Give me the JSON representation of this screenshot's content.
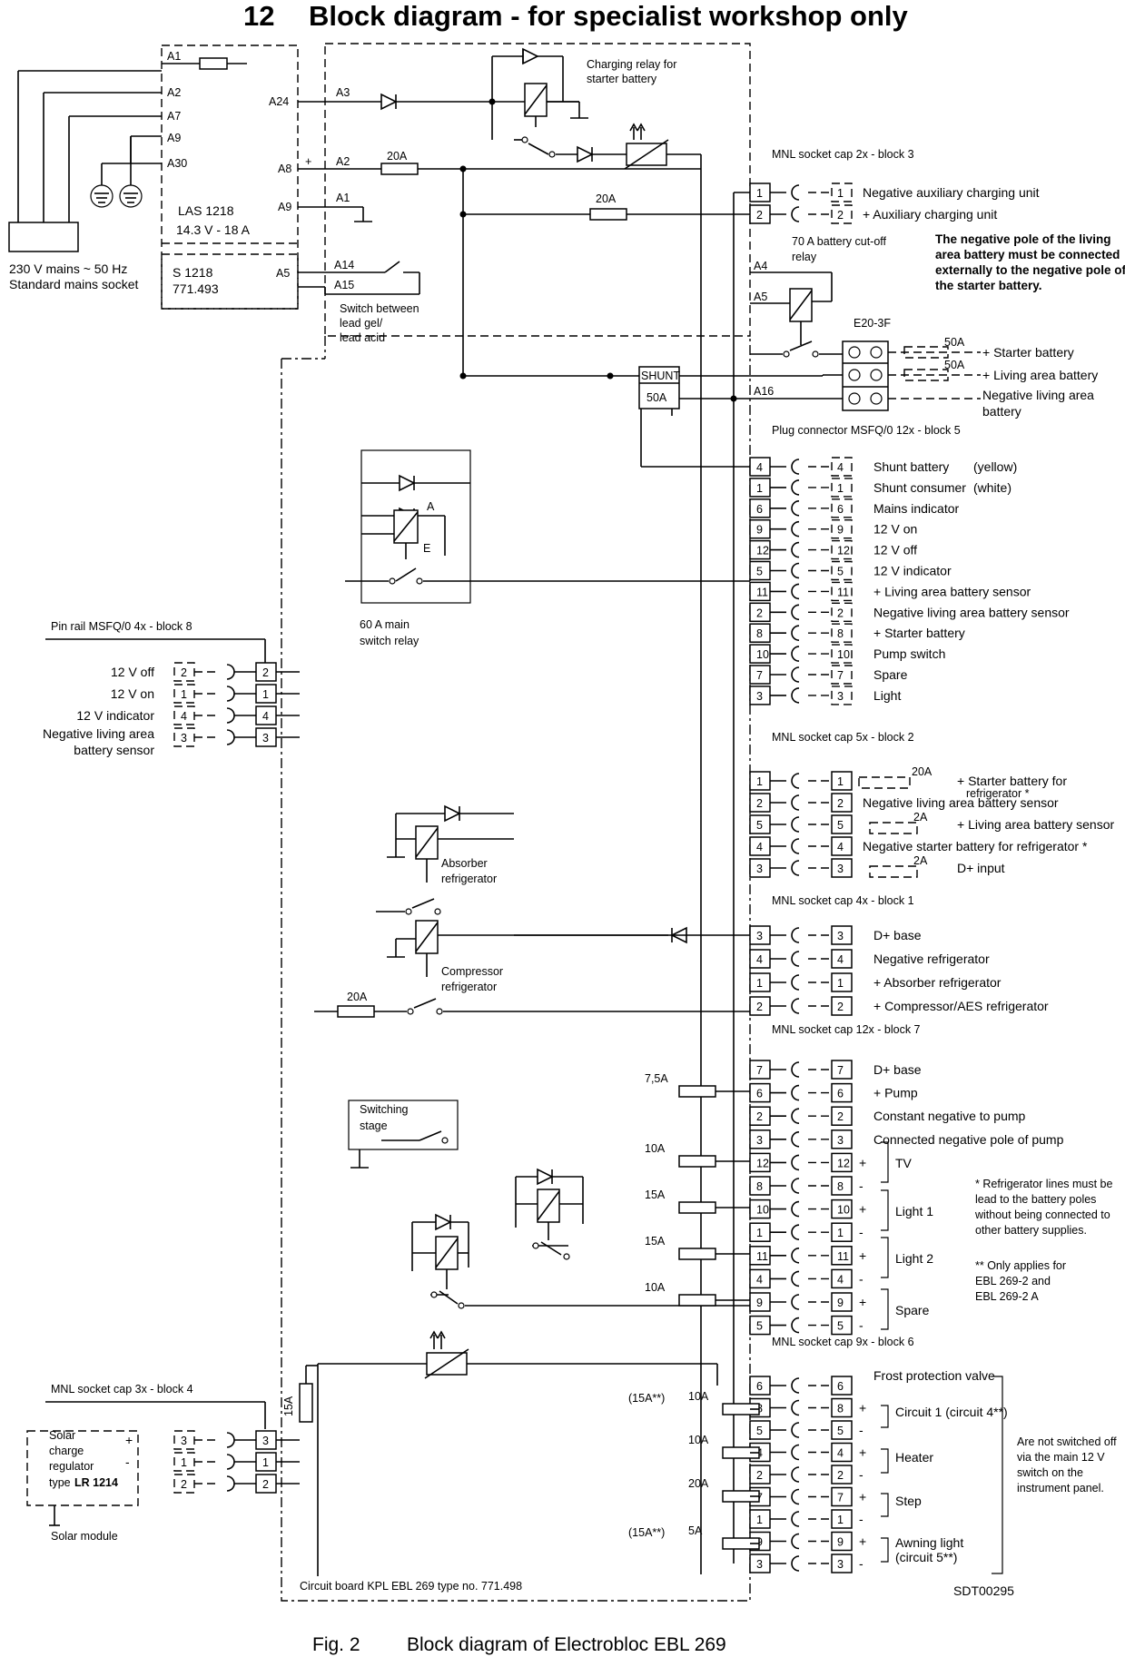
{
  "title": {
    "number": "12",
    "text": "Block diagram - for specialist workshop only"
  },
  "caption": {
    "fig": "Fig. 2",
    "text": "Block diagram of Electrobloc EBL 269"
  },
  "doc_code": "SDT00295",
  "board_label": "Circuit board KPL EBL 269 type no. 771.498",
  "mains": {
    "line1": "230 V mains ~ 50 Hz",
    "line2": "Standard mains socket"
  },
  "charger": {
    "name": "LAS 1218",
    "rating": "14.3 V - 18 A",
    "pins": [
      "A1",
      "A2",
      "A7",
      "A9",
      "A30",
      "A24",
      "A8",
      "A9"
    ]
  },
  "module_s1218": {
    "name": "S 1218",
    "number": "771.493",
    "pin": "A5"
  },
  "board_pins": [
    "A3",
    "A2",
    "A1",
    "A14",
    "A15",
    "A4",
    "A5",
    "A16",
    "+"
  ],
  "switch_lead": {
    "l1": "Switch between",
    "l2": "lead gel/",
    "l3": "lead acid"
  },
  "charging_relay": {
    "l1": "Charging relay for",
    "l2": "starter battery"
  },
  "cutoff_relay": {
    "l1": "70 A battery cut-off",
    "l2": "relay"
  },
  "note_negative_pole": [
    "The negative pole of the living",
    "area battery must be connected",
    "externally to the negative pole of",
    "the starter battery."
  ],
  "fuse_e20": "E20-3F",
  "main_fuses": [
    {
      "rating": "50A",
      "label": "+ Starter battery"
    },
    {
      "rating": "50A",
      "label": "+ Living area battery"
    },
    {
      "rating": "",
      "label1": "Negative living area",
      "label2": "battery"
    }
  ],
  "shunt": {
    "name": "SHUNT",
    "rating": "50A"
  },
  "fuses": {
    "f20a_a": "20A",
    "f20a_b": "20A",
    "f20a_c": "20A",
    "f75": "7,5A",
    "f10a_a": "10A",
    "f15a_a": "15A",
    "f15a_b": "15A",
    "f10a_b": "10A",
    "f15a_solar": "15A",
    "f10a_c": "10A",
    "f10a_d": "10A",
    "f20a_d": "20A",
    "f5a": "5A",
    "f15a_paren1": "(15A**)",
    "f15a_paren2": "(15A**)",
    "f2a_a": "2A",
    "f2a_b": "2A",
    "f20a_e": "20A"
  },
  "block3": {
    "title": "MNL socket cap 2x - block 3",
    "rows": [
      {
        "pin": "1",
        "label": "Negative auxiliary charging unit"
      },
      {
        "pin": "2",
        "label": "+ Auxiliary charging unit"
      }
    ]
  },
  "block5": {
    "title": "Plug connector MSFQ/0 12x - block 5",
    "rows": [
      {
        "pin": "4",
        "label": "Shunt battery",
        "note": "(yellow)"
      },
      {
        "pin": "1",
        "label": "Shunt consumer",
        "note": "(white)"
      },
      {
        "pin": "6",
        "label": "Mains indicator",
        "note": ""
      },
      {
        "pin": "9",
        "label": "12 V on",
        "note": ""
      },
      {
        "pin": "12",
        "label": "12 V off",
        "note": ""
      },
      {
        "pin": "5",
        "label": "12 V indicator",
        "note": ""
      },
      {
        "pin": "11",
        "label": "+ Living area battery sensor",
        "note": ""
      },
      {
        "pin": "2",
        "label": "Negative living area battery sensor",
        "note": ""
      },
      {
        "pin": "8",
        "label": "+ Starter battery",
        "note": ""
      },
      {
        "pin": "10",
        "label": "Pump switch",
        "note": ""
      },
      {
        "pin": "7",
        "label": "Spare",
        "note": ""
      },
      {
        "pin": "3",
        "label": "Light",
        "note": ""
      }
    ]
  },
  "main_relay": {
    "l1": "60 A main",
    "l2": "switch relay",
    "a": "A",
    "e": "E"
  },
  "block8": {
    "title": "Pin rail MSFQ/0 4x - block 8",
    "rows": [
      {
        "pin": "2",
        "label": "12 V off"
      },
      {
        "pin": "1",
        "label": "12 V on"
      },
      {
        "pin": "4",
        "label": "12 V indicator"
      },
      {
        "pin": "3",
        "label1": "Negative living area",
        "label2": "battery sensor"
      }
    ]
  },
  "block2": {
    "title": "MNL socket cap 5x - block 2",
    "rows": [
      {
        "pin": "1",
        "label1": "+ Starter battery for",
        "label2": "refrigerator *"
      },
      {
        "pin": "2",
        "label1": "Negative living area battery sensor",
        "label2": ""
      },
      {
        "pin": "5",
        "label1": "+ Living area battery sensor",
        "label2": ""
      },
      {
        "pin": "4",
        "label1": "Negative starter battery for refrigerator *",
        "label2": ""
      },
      {
        "pin": "3",
        "label1": "D+ input",
        "label2": ""
      }
    ]
  },
  "absorber": {
    "l1": "Absorber",
    "l2": "refrigerator"
  },
  "compressor": {
    "l1": "Compressor",
    "l2": "refrigerator"
  },
  "block1": {
    "title": "MNL socket cap 4x - block 1",
    "rows": [
      {
        "pin": "3",
        "label": "D+ base"
      },
      {
        "pin": "4",
        "label": "Negative refrigerator"
      },
      {
        "pin": "1",
        "label": "+ Absorber refrigerator"
      },
      {
        "pin": "2",
        "label": "+ Compressor/AES refrigerator"
      }
    ]
  },
  "block7": {
    "title": "MNL socket cap 12x - block 7",
    "rows": [
      {
        "pin": "7",
        "label": "D+ base",
        "sign": ""
      },
      {
        "pin": "6",
        "label": "+ Pump",
        "sign": ""
      },
      {
        "pin": "2",
        "label": "Constant negative to pump",
        "sign": ""
      },
      {
        "pin": "3",
        "label": "Connected negative pole of pump",
        "sign": ""
      },
      {
        "pin": "12",
        "label": "",
        "sign": "+"
      },
      {
        "pin": "8",
        "label": "",
        "sign": "-"
      },
      {
        "pin": "10",
        "label": "",
        "sign": "+"
      },
      {
        "pin": "1",
        "label": "",
        "sign": "-"
      },
      {
        "pin": "11",
        "label": "",
        "sign": "+"
      },
      {
        "pin": "4",
        "label": "",
        "sign": "-"
      },
      {
        "pin": "9",
        "label": "",
        "sign": "+"
      },
      {
        "pin": "5",
        "label": "",
        "sign": "-"
      }
    ],
    "groups": [
      "TV",
      "Light 1",
      "Light 2",
      "Spare"
    ]
  },
  "switching_stage": {
    "l1": "Switching",
    "l2": "stage"
  },
  "note_refrigerator": [
    "* Refrigerator lines must be",
    "lead to the battery poles",
    "without being connected to",
    "other battery supplies."
  ],
  "note_ebl": [
    "** Only applies for",
    "EBL 269-2 and",
    "EBL 269-2 A"
  ],
  "block6": {
    "title": "MNL socket cap 9x - block 6",
    "rows": [
      {
        "pin": "6",
        "sign": ""
      },
      {
        "pin": "8",
        "sign": "+"
      },
      {
        "pin": "5",
        "sign": "-"
      },
      {
        "pin": "4",
        "sign": "+"
      },
      {
        "pin": "2",
        "sign": "-"
      },
      {
        "pin": "7",
        "sign": "+"
      },
      {
        "pin": "1",
        "sign": "-"
      },
      {
        "pin": "9",
        "sign": "+"
      },
      {
        "pin": "3",
        "sign": "-"
      }
    ],
    "frost": "Frost protection valve",
    "circuit1": "Circuit 1 (circuit 4**)",
    "heater": "Heater",
    "step": "Step",
    "awning1": "Awning light",
    "awning2": "(circuit 5**)",
    "not_switched": [
      "Are not switched off",
      "via the main 12 V",
      "switch on the",
      "instrument panel."
    ]
  },
  "block4": {
    "title": "MNL socket cap 3x - block 4",
    "rows": [
      {
        "pin": "3",
        "sign": "+"
      },
      {
        "pin": "1",
        "sign": "-"
      },
      {
        "pin": "2",
        "sign": ""
      }
    ]
  },
  "solar": {
    "l1": "Solar",
    "l2": "charge",
    "l3": "regulator",
    "l4": "type",
    "l5": "LR 1214",
    "module": "Solar module"
  }
}
